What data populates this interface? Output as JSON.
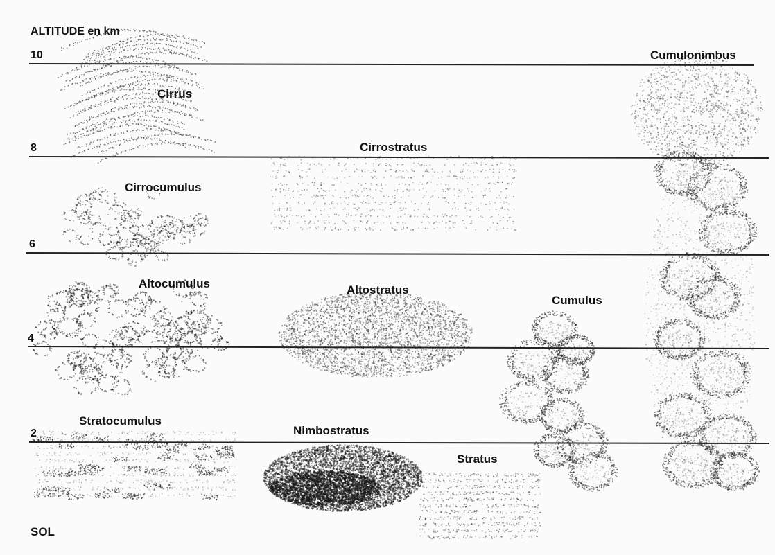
{
  "diagram": {
    "axis_title": "ALTITUDE en km",
    "ground_label": "SOL",
    "altitude_marks": [
      "10",
      "8",
      "6",
      "4",
      "2"
    ]
  },
  "clouds": {
    "cirrus": "Cirrus",
    "cirrostratus": "Cirrostratus",
    "cirrocumulus": "Cirrocumulus",
    "altocumulus": "Altocumulus",
    "altostratus": "Altostratus",
    "cumulus": "Cumulus",
    "cumulonimbus": "Cumulonimbus",
    "stratocumulus": "Stratocumulus",
    "nimbostratus": "Nimbostratus",
    "stratus": "Stratus"
  }
}
